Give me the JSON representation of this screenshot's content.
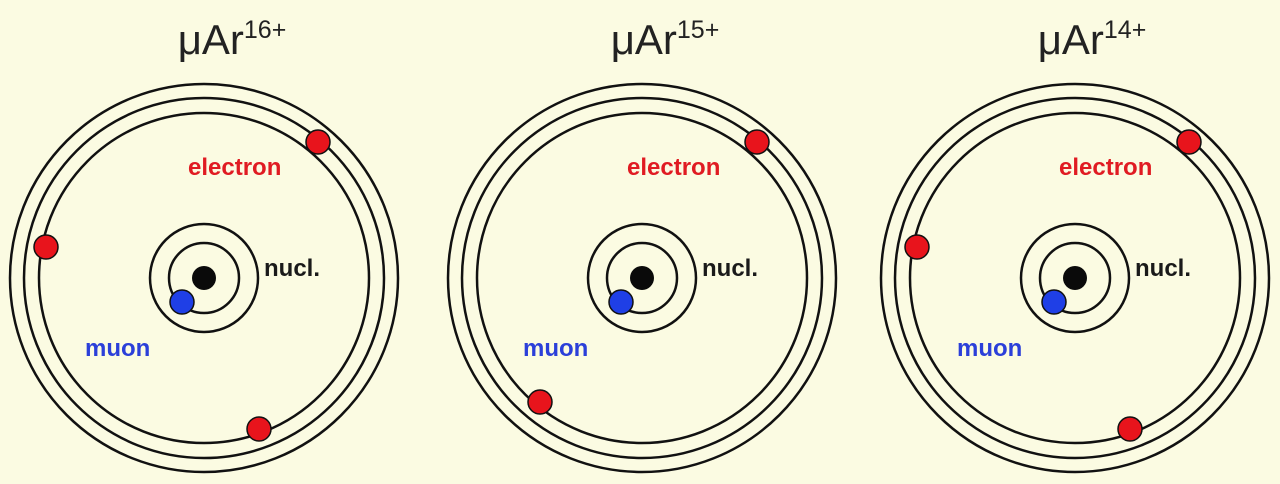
{
  "colors": {
    "background": "#fbfbe2",
    "orbit": "#111111",
    "electron": "#e8141c",
    "muon": "#1f3fe6",
    "nucleus": "#0a0a0a",
    "electron_label": "#e01b22",
    "muon_label": "#2b3fd9",
    "nucleus_label": "#1a1a1a"
  },
  "atoms": [
    {
      "symbol": "μAr",
      "charge": "16+",
      "labels": {
        "electron": "electron",
        "nucleus": "nucl.",
        "muon": "muon"
      },
      "electron_count": 3
    },
    {
      "symbol": "μAr",
      "charge": "15+",
      "labels": {
        "electron": "electron",
        "nucleus": "nucl.",
        "muon": "muon"
      },
      "electron_count": 2
    },
    {
      "symbol": "μAr",
      "charge": "14+",
      "labels": {
        "electron": "electron",
        "nucleus": "nucl.",
        "muon": "muon"
      },
      "electron_count": 3
    }
  ]
}
